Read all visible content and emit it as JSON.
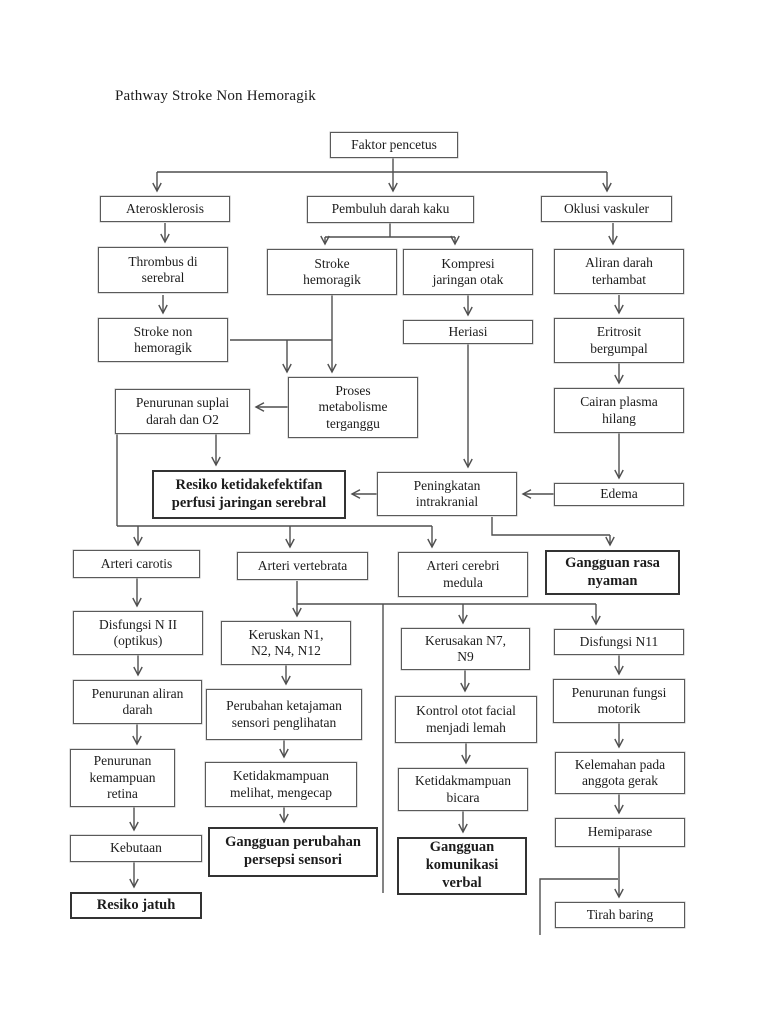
{
  "title": "Pathway Stroke Non Hemoragik",
  "colors": {
    "background": "#ffffff",
    "line": "#4f4f4f",
    "text": "#1c1c1c"
  },
  "nodes": {
    "faktor_pencetus": {
      "label": "Faktor pencetus",
      "emphasis": false
    },
    "aterosklerosis": {
      "label": "Aterosklerosis",
      "emphasis": false
    },
    "pembuluh_darah_kaku": {
      "label": "Pembuluh darah kaku",
      "emphasis": false
    },
    "oklusi_vaskuler": {
      "label": "Oklusi vaskuler",
      "emphasis": false
    },
    "thrombus_serebral": {
      "label": "Thrombus di\nserebral",
      "emphasis": false
    },
    "stroke_hemoragik": {
      "label": "Stroke\nhemoragik",
      "emphasis": false
    },
    "kompresi_jaringan_otak": {
      "label": "Kompresi\njaringan otak",
      "emphasis": false
    },
    "aliran_darah_terhambat": {
      "label": "Aliran darah\nterhambat",
      "emphasis": false
    },
    "stroke_non_hemoragik": {
      "label": "Stroke non\nhemoragik",
      "emphasis": false
    },
    "heriasi": {
      "label": "Heriasi",
      "emphasis": false
    },
    "eritrosit_bergumpal": {
      "label": "Eritrosit\nbergumpal",
      "emphasis": false
    },
    "proses_metabolisme": {
      "label": "Proses\nmetabolisme\nterganggu",
      "emphasis": false
    },
    "penurunan_suplai": {
      "label": "Penurunan suplai\ndarah dan O2",
      "emphasis": false
    },
    "cairan_plasma_hilang": {
      "label": "Cairan plasma\nhilang",
      "emphasis": false
    },
    "resiko_ketidakefektifan": {
      "label": "Resiko ketidakefektifan\nperfusi jaringan serebral",
      "emphasis": true
    },
    "peningkatan_intrakranial": {
      "label": "Peningkatan\nintrakranial",
      "emphasis": false
    },
    "edema": {
      "label": "Edema",
      "emphasis": false
    },
    "arteri_carotis": {
      "label": "Arteri carotis",
      "emphasis": false
    },
    "arteri_vertebrata": {
      "label": "Arteri vertebrata",
      "emphasis": false
    },
    "arteri_cerebri_medula": {
      "label": "Arteri cerebri\nmedula",
      "emphasis": false
    },
    "gangguan_rasa_nyaman": {
      "label": "Gangguan rasa\nnyaman",
      "emphasis": true
    },
    "disfungsi_n2": {
      "label": "Disfungsi N II\n(optikus)",
      "emphasis": false
    },
    "keruskan_n1": {
      "label": "Keruskan N1,\nN2, N4, N12",
      "emphasis": false
    },
    "kerusakan_n7": {
      "label": "Kerusakan N7,\nN9",
      "emphasis": false
    },
    "disfungsi_n11": {
      "label": "Disfungsi N11",
      "emphasis": false
    },
    "penurunan_aliran_darah": {
      "label": "Penurunan aliran\ndarah",
      "emphasis": false
    },
    "perubahan_ketajaman": {
      "label": "Perubahan ketajaman\nsensori penglihatan",
      "emphasis": false
    },
    "kontrol_otot_facial": {
      "label": "Kontrol otot facial\nmenjadi lemah",
      "emphasis": false
    },
    "penurunan_fungsi_motorik": {
      "label": "Penurunan fungsi\nmotorik",
      "emphasis": false
    },
    "penurunan_kemampuan_retina": {
      "label": "Penurunan\nkemampuan\nretina",
      "emphasis": false
    },
    "ketidakmampuan_melihat": {
      "label": "Ketidakmampuan\nmelihat, mengecap",
      "emphasis": false
    },
    "ketidakmampuan_bicara": {
      "label": "Ketidakmampuan\nbicara",
      "emphasis": false
    },
    "kelemahan_anggota_gerak": {
      "label": "Kelemahan pada\nanggota gerak",
      "emphasis": false
    },
    "kebutaan": {
      "label": "Kebutaan",
      "emphasis": false
    },
    "gangguan_persepsi_sensori": {
      "label": "Gangguan perubahan\npersepsi sensori",
      "emphasis": true
    },
    "gangguan_komunikasi_verbal": {
      "label": "Gangguan\nkomunikasi\nverbal",
      "emphasis": true
    },
    "hemiparase": {
      "label": "Hemiparase",
      "emphasis": false
    },
    "resiko_jatuh": {
      "label": "Resiko jatuh",
      "emphasis": true
    },
    "tirah_baring": {
      "label": "Tirah baring",
      "emphasis": false
    }
  }
}
